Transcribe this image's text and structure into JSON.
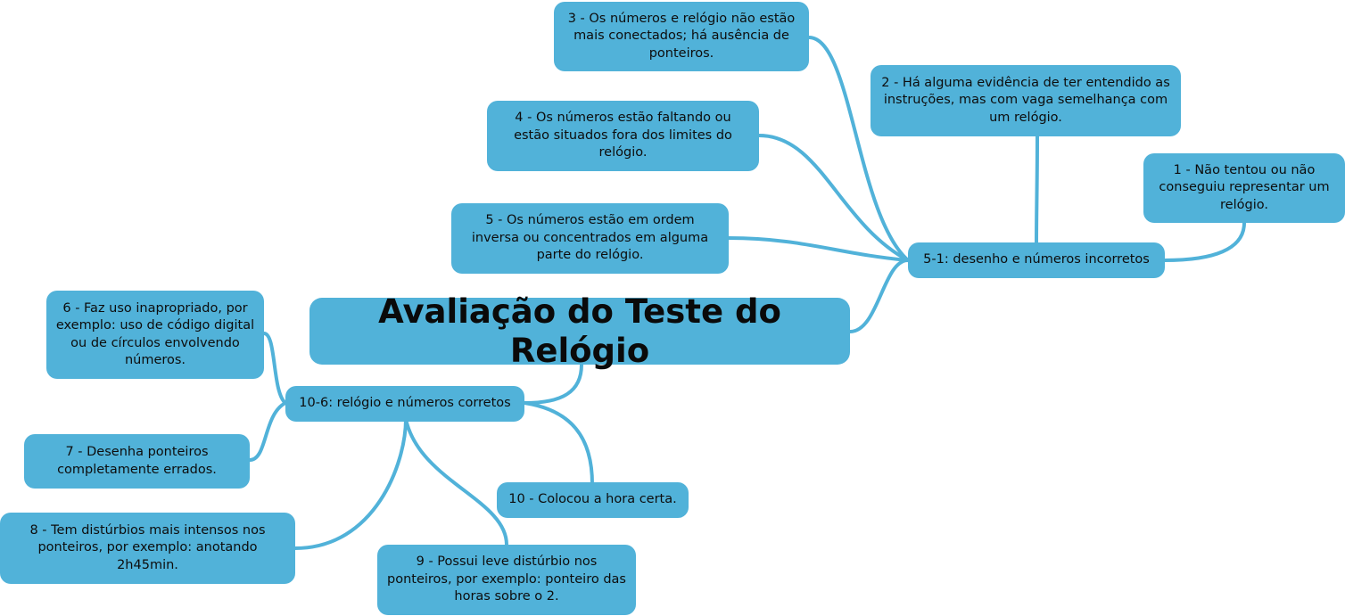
{
  "colors": {
    "node_fill": "#51b2d9",
    "connector": "#51b2d9",
    "text": "#0d0d0d",
    "background": "#ffffff"
  },
  "central": {
    "label": "Avaliação do Teste do Relógio"
  },
  "branches": {
    "incorrect": "5-1: desenho e números incorretos",
    "correct": "10-6: relógio e números corretos"
  },
  "items": {
    "s1": "1 - Não tentou ou não conseguiu representar um relógio.",
    "s2": "2 - Há alguma evidência de ter entendido as instruções, mas com vaga semelhança com um relógio.",
    "s3": "3 - Os números e relógio não estão mais conectados; há ausência de ponteiros.",
    "s4": "4 - Os números estão faltando ou estão situados fora dos limites do relógio.",
    "s5": "5 - Os números estão em ordem inversa ou concentrados em alguma parte do relógio.",
    "s6": "6 - Faz uso inapropriado, por exemplo: uso de código digital ou de círculos envolvendo números.",
    "s7": "7 - Desenha ponteiros completamente errados.",
    "s8": "8 - Tem distúrbios mais intensos nos ponteiros, por exemplo: anotando 2h45min.",
    "s9": "9 - Possui leve distúrbio nos ponteiros, por exemplo: ponteiro das horas sobre o 2.",
    "s10": "10 - Colocou a hora certa."
  }
}
